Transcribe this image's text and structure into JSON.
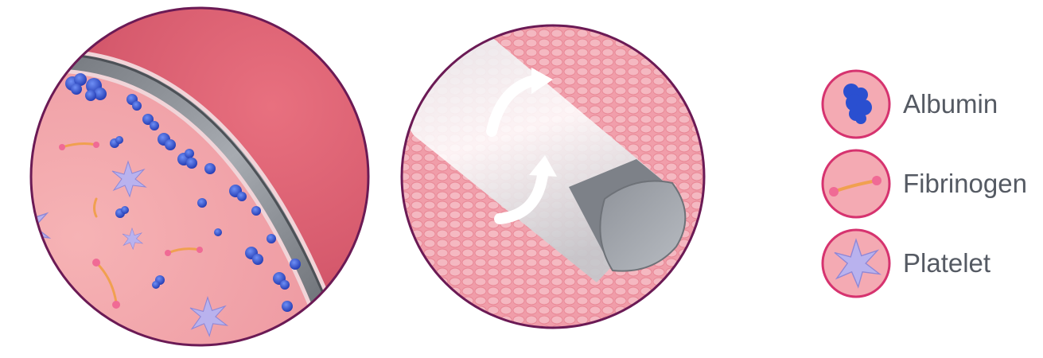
{
  "legend": {
    "items": [
      {
        "label": "Albumin",
        "icon": "albumin-icon"
      },
      {
        "label": "Fibrinogen",
        "icon": "fibrinogen-icon"
      },
      {
        "label": "Platelet",
        "icon": "platelet-icon"
      }
    ]
  },
  "colors": {
    "tissue_pink": "#e88a98",
    "vessel_dark": "#c64a62",
    "rim_purple": "#6b1a55",
    "albumin_blue": "#2747c8",
    "platelet_lavender": "#b9b2ee",
    "fibrinogen_orange": "#f0a050",
    "catheter_gray": "#9aa0a8",
    "label_gray": "#555a63"
  }
}
